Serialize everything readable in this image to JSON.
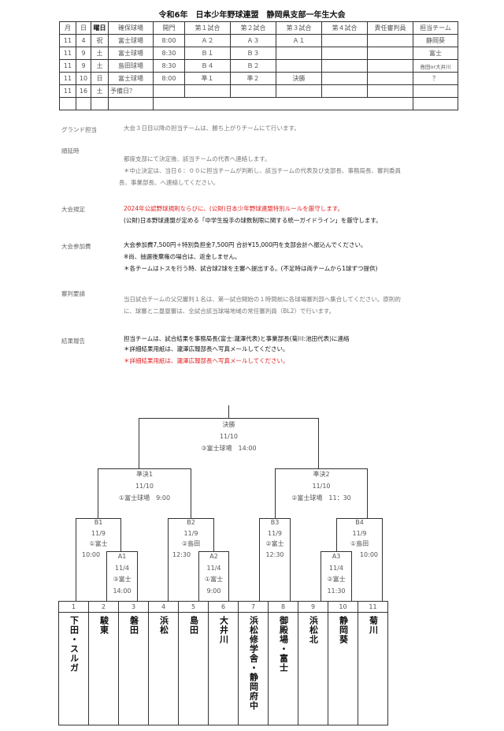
{
  "title": "令和6年　日本少年野球連盟　静岡県支部一年生大会",
  "schedule": {
    "headers": [
      "月",
      "日",
      "曜日",
      "確保球場",
      "開門",
      "第１試合",
      "第２試合",
      "第３試合",
      "第４試合",
      "責任審判員",
      "担当チーム"
    ],
    "rows": [
      [
        "11",
        "4",
        "祝",
        "富士球場",
        "8:00",
        "Ａ２",
        "Ａ３",
        "Ａ１",
        "",
        "",
        "静岡葵"
      ],
      [
        "11",
        "9",
        "土",
        "富士球場",
        "8:30",
        "Ｂ１",
        "Ｂ３",
        "",
        "",
        "",
        "富士"
      ],
      [
        "11",
        "9",
        "土",
        "島田球場",
        "8:30",
        "Ｂ４",
        "Ｂ２",
        "",
        "",
        "",
        "島田or大井川"
      ],
      [
        "11",
        "10",
        "日",
        "富士球場",
        "8:00",
        "準１",
        "準２",
        "決勝",
        "",
        "",
        "？"
      ],
      [
        "11",
        "16",
        "土",
        "予備日？",
        "",
        "",
        "",
        "",
        "",
        "",
        ""
      ]
    ]
  },
  "notes": {
    "ground": {
      "label": "グランド担当",
      "text": "大会３日目以降の担当チームは、勝ち上がりチームにて行います。"
    },
    "rain": {
      "label": "順延時",
      "lines": [
        "都度支部にて決定後、該当チームの代表へ連絡します。",
        "＊中止決定は、当日６：００に担当チームが判断し、該当チームの代表及び支部長、事務局長、審判委員",
        "長、事業部長、へ連絡してください。"
      ]
    },
    "rules": {
      "label": "大会規定",
      "red": "2024年公認野球規則ならびに、(公財)日本少年野球連盟特別ルールを厳守します。",
      "text": "(公財)日本野球連盟が定める「中学生投手の球数制限に関する統一ガイドライン」を厳守します。"
    },
    "fee": {
      "label": "大会参加費",
      "lines": [
        "大会参加費7,500円＋特別負担金7,500円 合計¥15,000円を支部会計へ振込んでください。",
        "※尚、抽選後棄権の場合は、返金しません。",
        "＊各チームはトスを行う時、試合球2球を主審へ提出する。(不足時は両チームから1球ずつ提供)"
      ]
    },
    "umpire": {
      "label": "審判要請",
      "lines": [
        "当日試合チームの父兄審判１名は、第一試合開始の１時間前に各球場審判部へ集合してください。原則的",
        "に、球審と二塁塁審は、全試合該当球場地域の常任審判員（BL2）で行います。"
      ]
    },
    "report": {
      "label": "結果報告",
      "lines": [
        "担当チームは、試合結果を事務局長(富士:瀧澤代表)と事業部長(菊川:池田代表)に連絡",
        "＊詳細結果用紙は、瀧澤広報部長へ写真メールしてください。"
      ],
      "red": "＊詳細結果用紙は、瀧澤広報部長へ写真メールしてください。"
    }
  },
  "bracket": {
    "final": [
      "決勝",
      "11/10",
      "③富士球場　14:00"
    ],
    "semi1": [
      "準決1",
      "11/10",
      "①富士球場　9:00"
    ],
    "semi2": [
      "準決2",
      "11/10",
      "②富士球場　11：30"
    ],
    "B1": [
      "B1",
      "11/9",
      "①富士",
      "10:00"
    ],
    "B2": [
      "B2",
      "11/9",
      "②島田",
      "12:30"
    ],
    "B3": [
      "B3",
      "11/9",
      "②富士",
      "12:30"
    ],
    "B4": [
      "B4",
      "11/9",
      "①島田",
      "10:00"
    ],
    "A1": [
      "A1",
      "11/4",
      "③富士",
      "14:00"
    ],
    "A2": [
      "A2",
      "11/4",
      "①富士",
      "9:00"
    ],
    "A3": [
      "A3",
      "11/4",
      "②富士",
      "11:30"
    ],
    "teams": [
      {
        "num": "1",
        "name": "下田・スルガ"
      },
      {
        "num": "2",
        "name": "駿東"
      },
      {
        "num": "3",
        "name": "磐田"
      },
      {
        "num": "4",
        "name": "浜松"
      },
      {
        "num": "5",
        "name": "島田"
      },
      {
        "num": "6",
        "name": "大井川"
      },
      {
        "num": "7",
        "name": "浜松修学舎・静岡府中"
      },
      {
        "num": "8",
        "name": "御殿場・富士"
      },
      {
        "num": "9",
        "name": "浜松北"
      },
      {
        "num": "10",
        "name": "静岡葵"
      },
      {
        "num": "11",
        "name": "菊川"
      }
    ]
  }
}
